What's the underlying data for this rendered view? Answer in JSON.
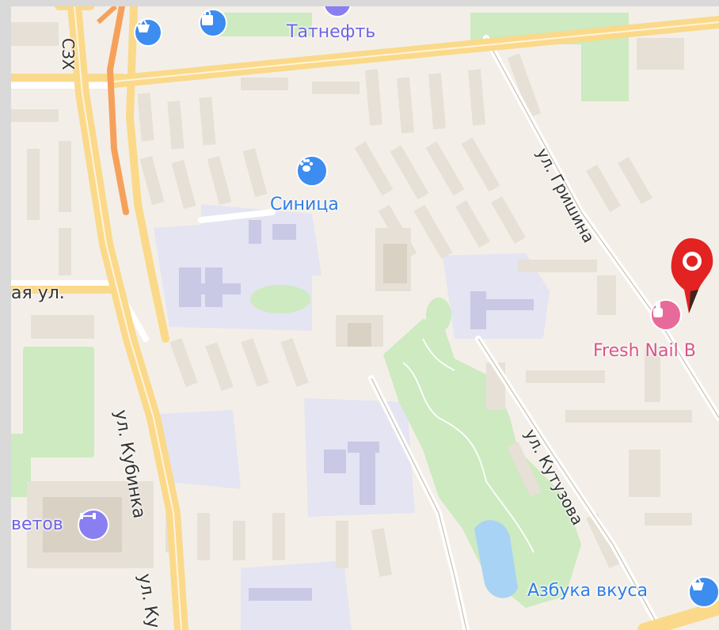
{
  "map": {
    "labels": {
      "tatneft": "Татнефть",
      "sinitsa": "Синица",
      "fresh_nail": "Fresh Nail B",
      "azbuka": "Азбука вкуса",
      "svetov": "ветов",
      "street_szh": "СЗХ",
      "street_kubinka": "ул. Кубинка",
      "street_kubinka_2": "ул. Ку",
      "street_grishina": "ул. Гришина",
      "street_kutuzova": "ул. Кутузова",
      "street_left": "ая ул."
    },
    "icons": {
      "shop_basket_top": "shopping-basket-icon",
      "shop_bag_top": "shopping-bag-icon",
      "gas_station": "gas-station-icon",
      "pet_shop": "paw-icon",
      "nail_salon": "nail-polish-icon",
      "grocery": "shopping-basket-icon",
      "fitness": "dumbbell-icon",
      "location_pin": "location-pin-icon"
    },
    "colors": {
      "land": "#f3efe8",
      "road_major": "#fbd98a",
      "road_minor": "#ffffff",
      "highway": "#f5a15b",
      "park": "#cdeac0",
      "water": "#a9d3f5",
      "building": "#e6e0d6",
      "institution": "#e4e4f2",
      "poi_blue": "#3d8cf0",
      "poi_pink": "#e86a9a",
      "poi_purple": "#8a7ff0",
      "poi_green": "#3cb34a",
      "pin_red": "#e32222"
    }
  }
}
